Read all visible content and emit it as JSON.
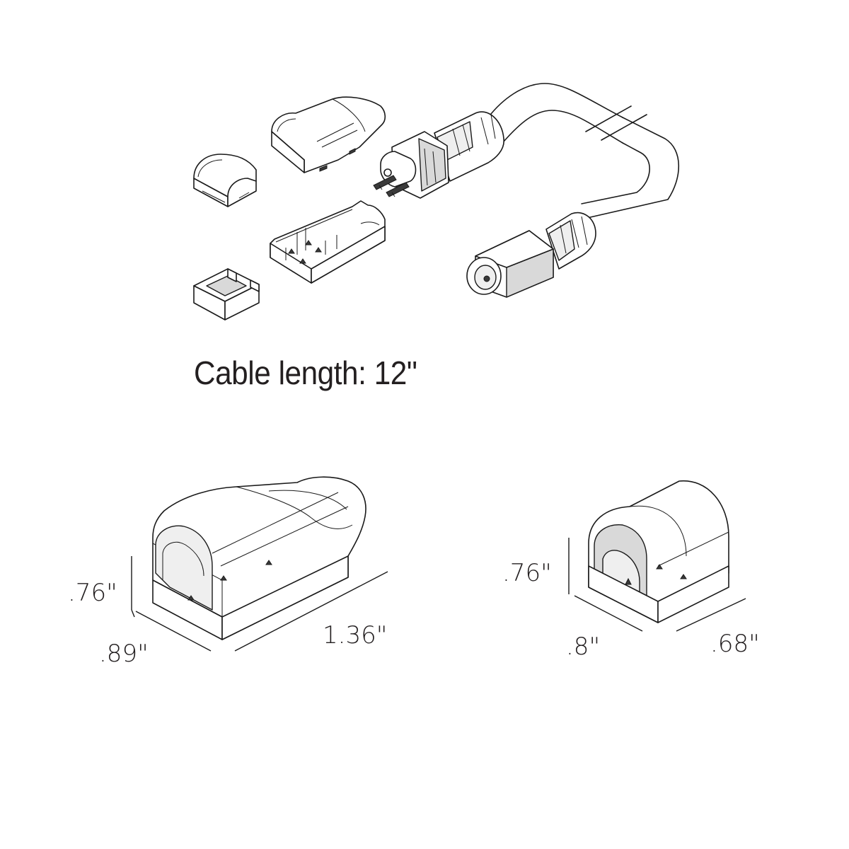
{
  "caption": "Cable length: 12\"",
  "dimensions": {
    "end_cap_large": {
      "height": ".76\"",
      "width": ".89\"",
      "length": "1.36\""
    },
    "end_cap_small": {
      "height": ".76\"",
      "width": ".8\"",
      "depth": ".68\""
    }
  }
}
